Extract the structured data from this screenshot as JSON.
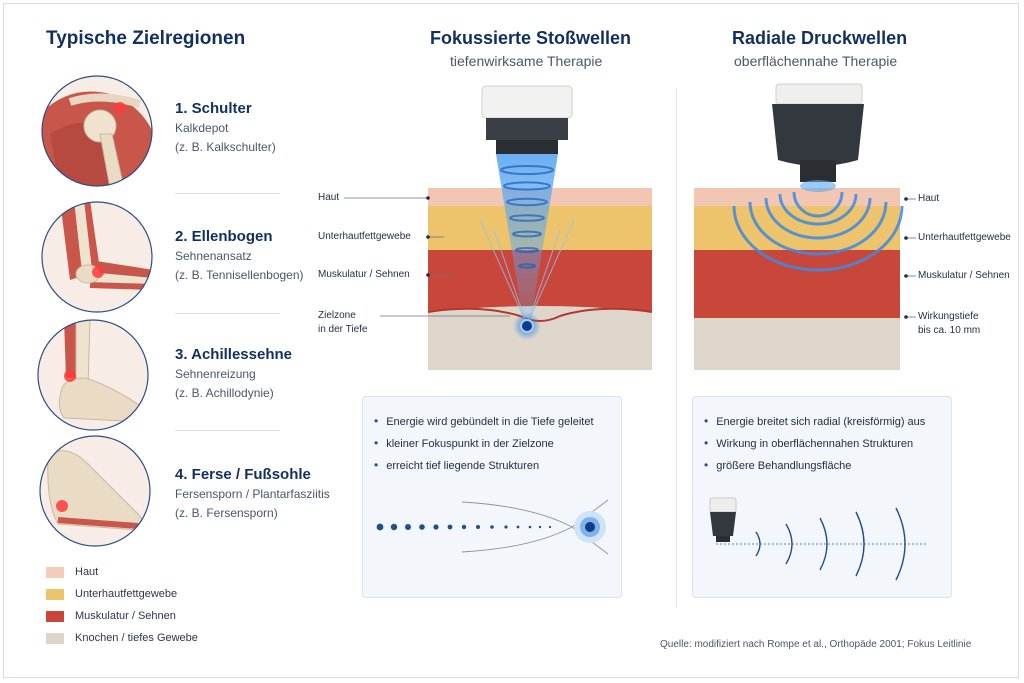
{
  "left": {
    "heading": "Typische Zielregionen",
    "regions": [
      {
        "name": "1. Schulter",
        "line1": "Kalkdepot",
        "line2": "(z. B. Kalkschulter)"
      },
      {
        "name": "2. Ellenbogen",
        "line1": "Sehnenansatz",
        "line2": "(z. B. Tennisellenbogen)"
      },
      {
        "name": "3. Achillessehne",
        "line1": "Sehnenreizung",
        "line2": "(z. B. Achillodynie)"
      },
      {
        "name": "4. Ferse / Fußsohle",
        "line1": "Fersensporn / Plantarfasziitis",
        "line2": "(z. B. Fersensporn)"
      }
    ],
    "legend": [
      {
        "label": "Haut",
        "color": "#f3cdb9"
      },
      {
        "label": "Unterhautfettgewebe",
        "color": "#edc46c"
      },
      {
        "label": "Muskulatur / Sehnen",
        "color": "#c9473a"
      },
      {
        "label": "Knochen / tiefes Gewebe",
        "color": "#ded6cb"
      }
    ]
  },
  "focused": {
    "title": "Fokussierte Stoßwellen",
    "subtitle": "tiefenwirksame Therapie",
    "labels": {
      "haut": "Haut",
      "fett": "Unterhautfettgewebe",
      "muskel": "Muskulatur / Sehnen",
      "ziel1": "Zielzone",
      "ziel2": "in der Tiefe"
    },
    "bullets": [
      "Energie wird gebündelt in die Tiefe geleitet",
      "kleiner Fokuspunkt in der Zielzone",
      "erreicht tief liegende Strukturen"
    ]
  },
  "radial": {
    "title": "Radiale Druckwellen",
    "subtitle": "oberflächennahe Therapie",
    "labels": {
      "haut": "Haut",
      "fett": "Unterhautfettgewebe",
      "muskel": "Muskulatur / Sehnen",
      "tiefe1": "Wirkungstiefe",
      "tiefe2": "bis ca. 10 mm"
    },
    "bullets": [
      "Energie breitet sich radial (kreisförmig) aus",
      "Wirkung in oberflächennahen Strukturen",
      "größere Behandlungsfläche"
    ]
  },
  "source": "Quelle: modifiziert nach Rompe et al., Orthopäde 2001; Fokus Leitlinie",
  "colors": {
    "accent": "#12305f",
    "wave": "#2f7fd8",
    "skin": "#f3cdb9",
    "fat": "#edc46c",
    "muscle": "#c9473a",
    "bone": "#ded6cb"
  }
}
